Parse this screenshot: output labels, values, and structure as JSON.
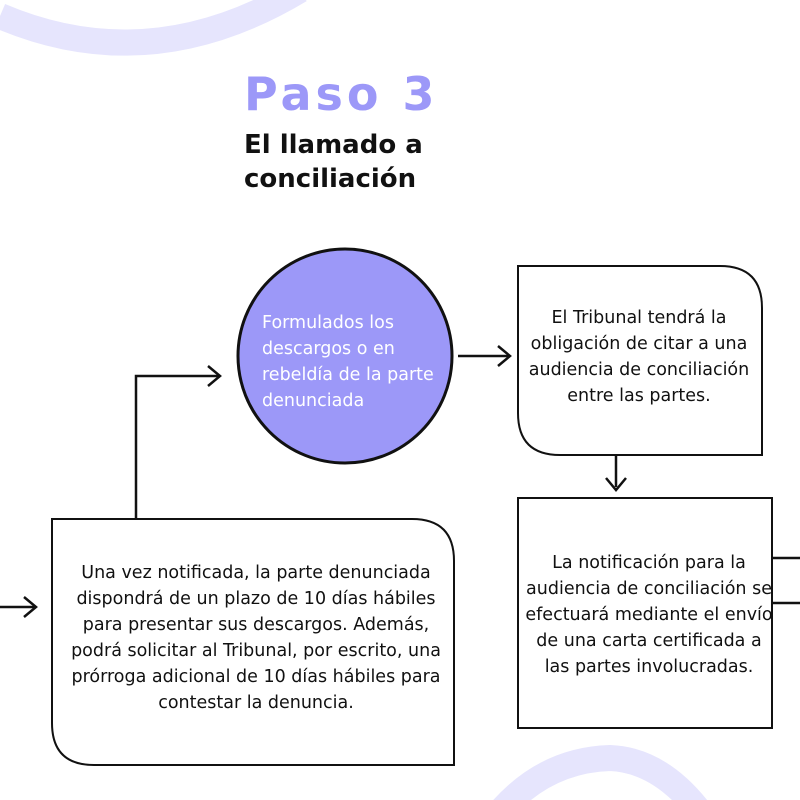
{
  "header": {
    "step": "Paso 3",
    "title": "El llamado a conciliación"
  },
  "nodes": {
    "circle": "Formulados los descargos o en rebeldía de la parte denunciada",
    "tribunal": "El Tribunal tendrá la obligación de citar a una audiencia de conciliación entre las partes.",
    "notification": "La notificación para la audiencia de conciliación se efectuará mediante el envío de una carta certificada a las partes involucradas.",
    "response": "Una vez notificada, la parte denunciada dispondrá de un plazo de 10 días hábiles para presentar sus descargos. Además, podrá solicitar al Tribunal, por escrito, una prórroga adicional de 10 días hábiles para contestar la denuncia."
  },
  "colors": {
    "accent": "#9c98f8",
    "decor": "#e6e5fd",
    "stroke": "#111111"
  }
}
